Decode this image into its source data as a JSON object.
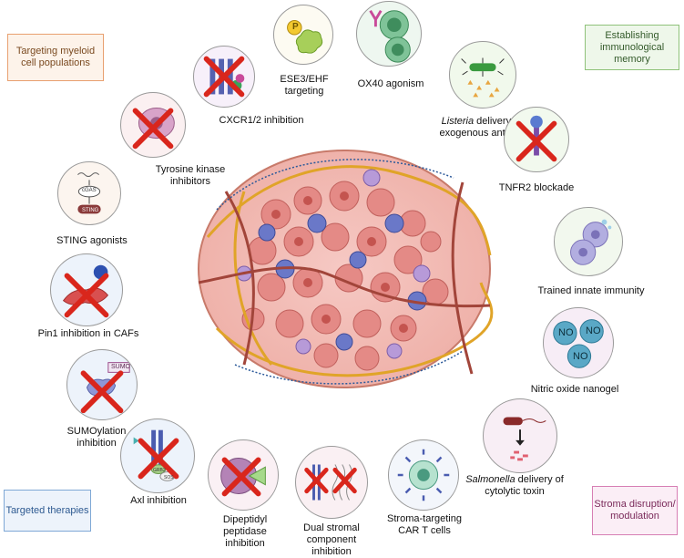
{
  "category_boxes": {
    "myeloid": "Targeting myeloid cell populations",
    "memory": "Establishing immunological memory",
    "targeted": "Targeted therapies",
    "stroma": "Stroma disruption/ modulation"
  },
  "therapies": {
    "ese3": "ESE3/EHF targeting",
    "ox40": "OX40 agonism",
    "cxcr": "CXCR1/2 inhibition",
    "listeria_italic": "Listeria",
    "listeria_rest": " delivery of",
    "listeria_line2": "exogenous antigen",
    "tki": "Tyrosine kinase inhibitors",
    "tnfr2": "TNFR2 blockade",
    "sting": "STING agonists",
    "trained": "Trained innate immunity",
    "pin1": "Pin1 inhibition in CAFs",
    "no": "Nitric oxide nanogel",
    "sumo": "SUMOylation inhibition",
    "axl": "Axl inhibition",
    "dpp": "Dipeptidyl peptidase inhibition",
    "dual": "Dual stromal component inhibition",
    "car": "Stroma-targeting CAR T cells",
    "salmonella_italic": "Salmonella",
    "salmonella_rest": " delivery of",
    "salmonella_line2": "cytolytic toxin"
  },
  "icon_text": {
    "p": "P",
    "cgas": "cGAS",
    "sting": "STING",
    "no": "NO",
    "sumo": "SUMO",
    "grb2": "GRB2",
    "sos": "SOS"
  }
}
